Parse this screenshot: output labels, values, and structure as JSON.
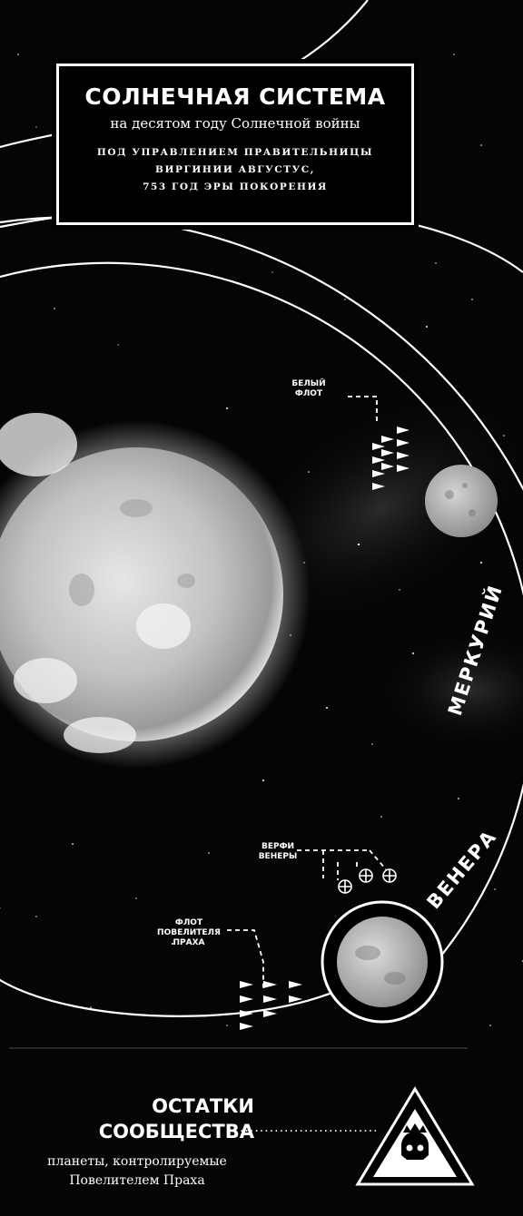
{
  "title": {
    "main": "СОЛНЕЧНАЯ СИСТЕМА",
    "sub": "на десятом году Солнечной войны",
    "note_lines": [
      "ПОД УПРАВЛЕНИЕМ ПРАВИТЕЛЬНИЦЫ",
      "ВИРГИНИИ АВГУСТУС,",
      "753 ГОД ЭРЫ ПОКОРЕНИЯ"
    ]
  },
  "planets": {
    "mercury": "МЕРКУРИЙ",
    "venus": "ВЕНЕРА"
  },
  "labels": {
    "white_fleet": [
      "БЕЛЫЙ",
      "ФЛОТ"
    ],
    "venus_shipyards": [
      "ВЕРФИ",
      "ВЕНЕРЫ"
    ],
    "dust_lord_fleet": [
      "ФЛОТ",
      "ПОВЕЛИТЕЛЯ",
      "ПРАХА"
    ]
  },
  "legend": {
    "title_lines": [
      "ОСТАТКИ",
      "СООБЩЕСТВА"
    ],
    "description_lines": [
      "планеты, контролируемые",
      "Повелителем Праха"
    ],
    "icon": "skull-triangle-icon"
  },
  "colors": {
    "background": "#050505",
    "lines": "#ffffff",
    "sun": "#d8d8d8"
  }
}
